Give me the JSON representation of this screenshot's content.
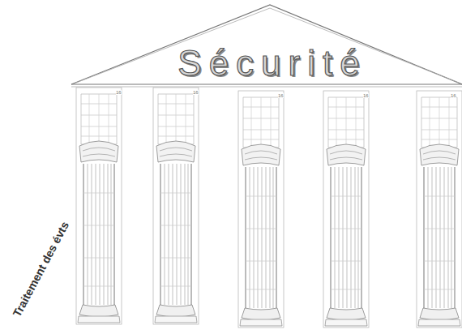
{
  "diagram": {
    "nodes": [
      {
        "text": [
          "Sécurité"
        ]
      }
    ],
    "labels": [
      "Traitement des évts",
      "16",
      "16",
      "16",
      "16",
      "16"
    ]
  }
}
